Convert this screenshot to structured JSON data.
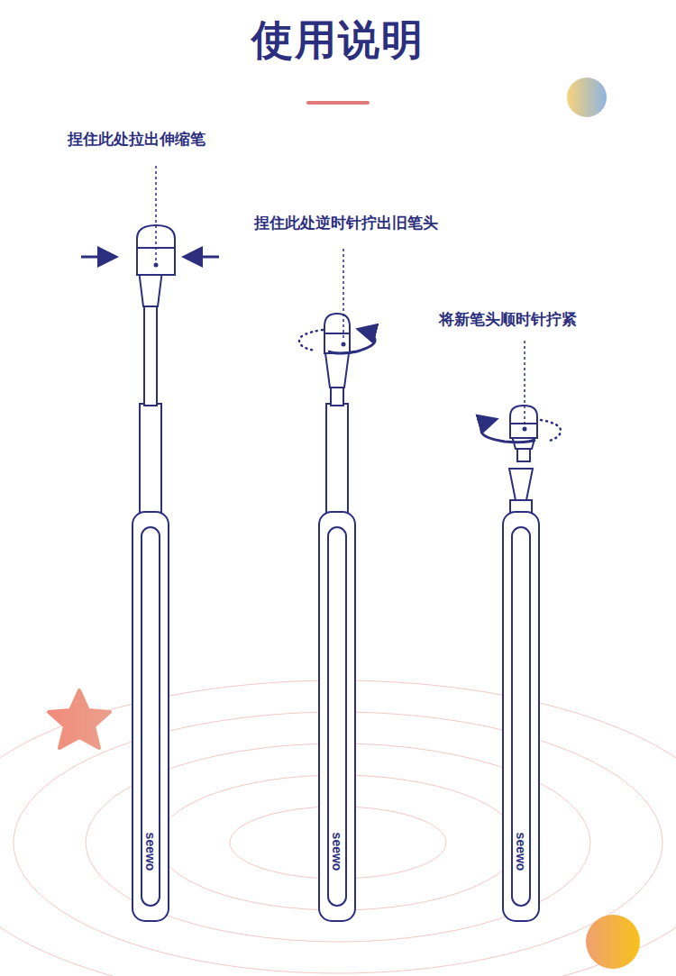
{
  "diagram": {
    "title": "使用说明",
    "labels": [
      "捏住此处拉出伸缩笔",
      "捏住此处逆时针拧出旧笔头",
      "将新笔头顺时针拧紧",
      "seewo",
      "seewo",
      "seewo"
    ]
  }
}
